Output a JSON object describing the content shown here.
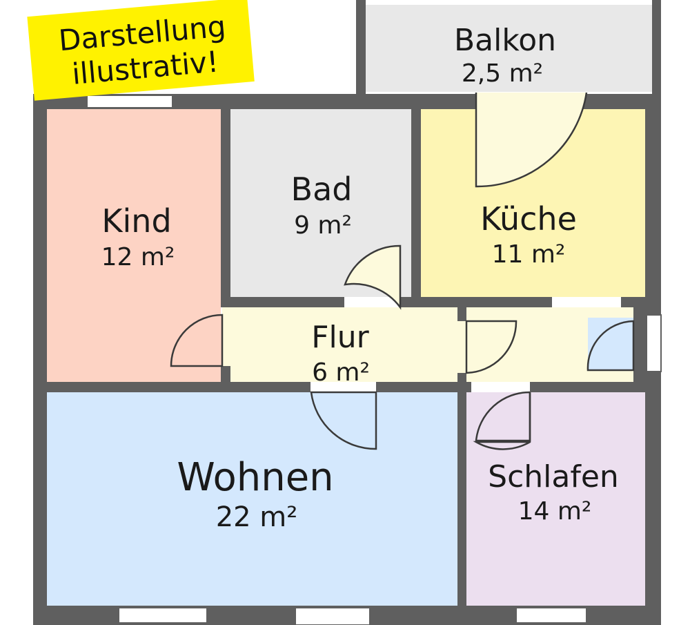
{
  "notice": {
    "line1": "Darstellung",
    "line2": "illustrativ!",
    "background": "#fff200"
  },
  "rooms": {
    "balkon": {
      "name": "Balkon",
      "area": "2,5 m²",
      "color": "#e8e8e8"
    },
    "kind": {
      "name": "Kind",
      "area": "12 m²",
      "color": "#fdd3c4"
    },
    "bad": {
      "name": "Bad",
      "area": "9 m²",
      "color": "#e8e8e8"
    },
    "kueche": {
      "name": "Küche",
      "area": "11 m²",
      "color": "#fdf5b4"
    },
    "flur": {
      "name": "Flur",
      "area": "6 m²",
      "color": "#fdfadc"
    },
    "wohnen": {
      "name": "Wohnen",
      "area": "22 m²",
      "color": "#d4e8fd"
    },
    "schlafen": {
      "name": "Schlafen",
      "area": "14 m²",
      "color": "#ecdfef"
    }
  },
  "colors": {
    "wall": "#5f5f5f",
    "window": "#ffffff",
    "door_line": "#3a3a3a"
  }
}
